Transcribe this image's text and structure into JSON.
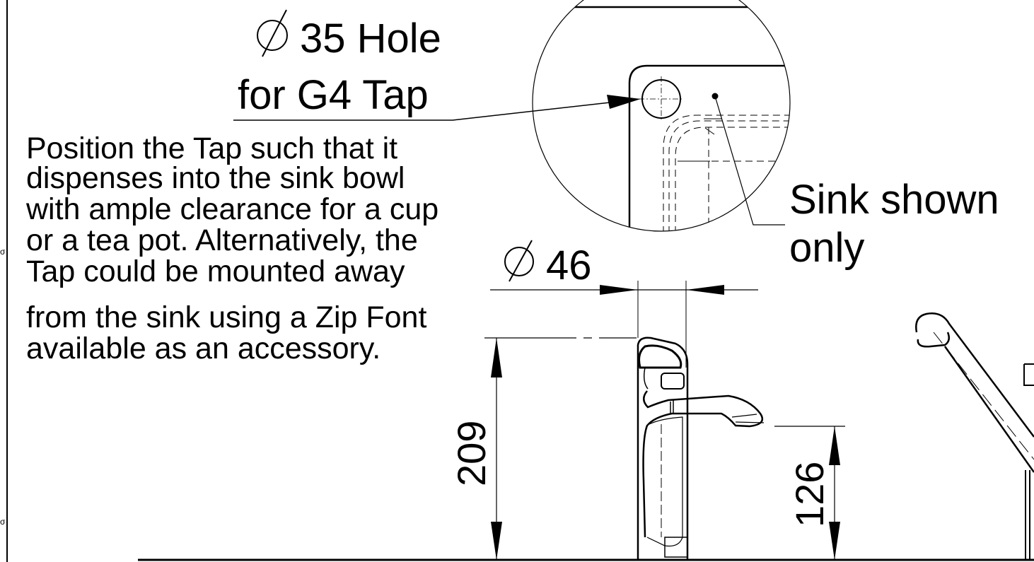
{
  "callouts": {
    "hole_title_line1": "35 Hole",
    "hole_title_line2": "for G4 Tap",
    "sink_line1": "Sink shown",
    "sink_line2": "only"
  },
  "instructions": {
    "lines": [
      "Position the Tap such that it",
      "dispenses into the sink bowl",
      "with ample clearance for a cup",
      "or a tea pot. Alternatively, the",
      "Tap could be mounted away",
      "from the sink using a Zip Font",
      "available as an accessory."
    ]
  },
  "dimensions": {
    "diameter_46": "46",
    "height_209": "209",
    "height_126": "126"
  },
  "colors": {
    "line": "#000000",
    "background": "#ffffff"
  }
}
